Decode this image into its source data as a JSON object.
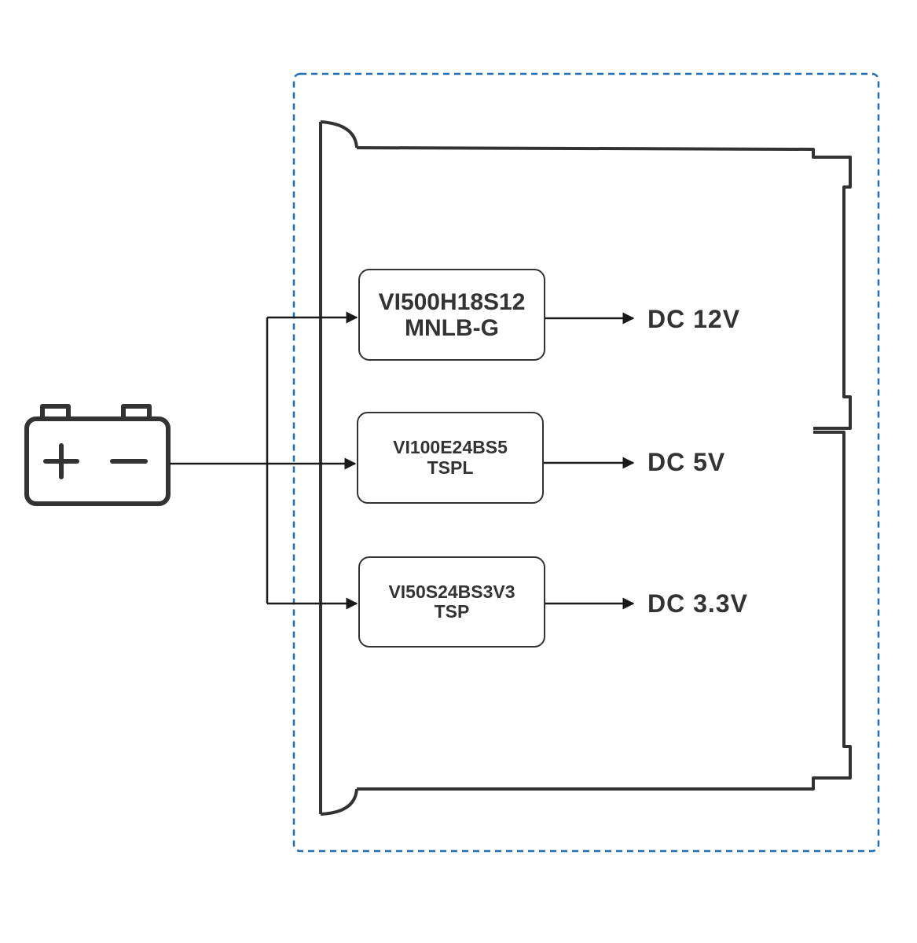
{
  "converters": [
    {
      "line1": "VI500H18S12",
      "line2": "MNLB-G"
    },
    {
      "line1": "VI100E24BS5",
      "line2": "TSPL"
    },
    {
      "line1": "VI50S24BS3V3",
      "line2": "TSP"
    }
  ],
  "outputs": [
    {
      "label": "DC 12V"
    },
    {
      "label": "DC 5V"
    },
    {
      "label": "DC 3.3V"
    }
  ],
  "icons": {
    "battery": "battery-icon"
  },
  "colors": {
    "stroke": "#333333",
    "enclosure_dash": "#1f6fb2"
  }
}
